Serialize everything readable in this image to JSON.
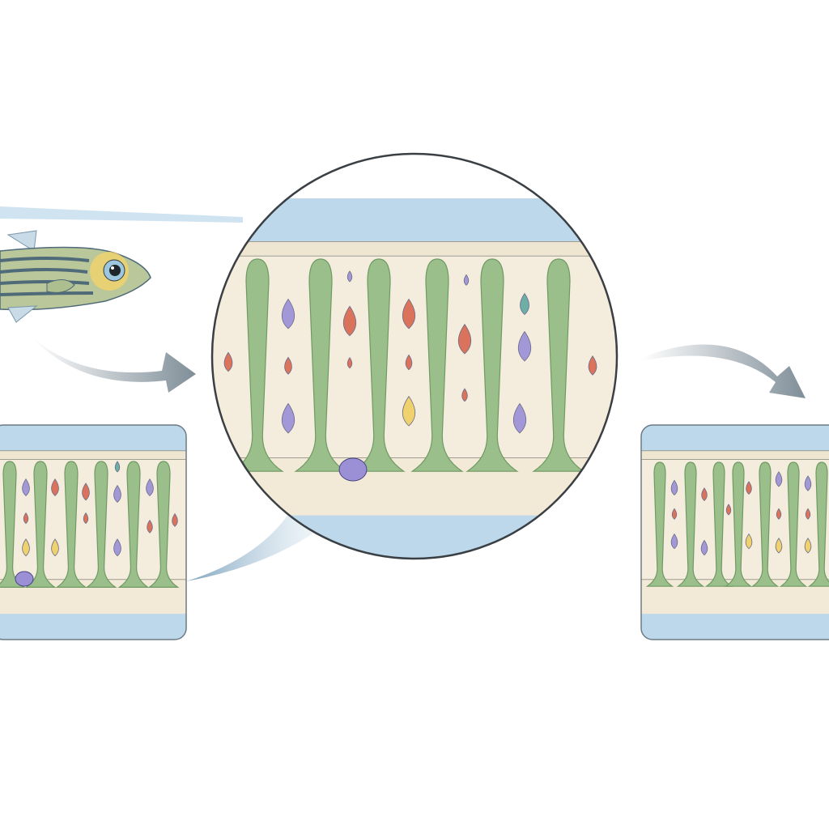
{
  "colors": {
    "background": "#ffffff",
    "water": "#cfe3f0",
    "blue_layer": "#bcd8ea",
    "cream": "#f4ecdc",
    "green_cell": "#9bbf8a",
    "green_stroke": "#6f9a63",
    "purple": "#9b8fd6",
    "red": "#d9674f",
    "yellow": "#efcf62",
    "teal": "#5fa8a0",
    "arrow": "#7f8e98",
    "outline": "#3a3f44",
    "fish_body": "#b9c79a",
    "fish_stripe": "#4f6a78"
  },
  "icons": [
    "zebrafish",
    "arrow-to-zoom",
    "arrow-right",
    "magnifier-circle",
    "retina-tissue-left",
    "retina-tissue-right"
  ]
}
